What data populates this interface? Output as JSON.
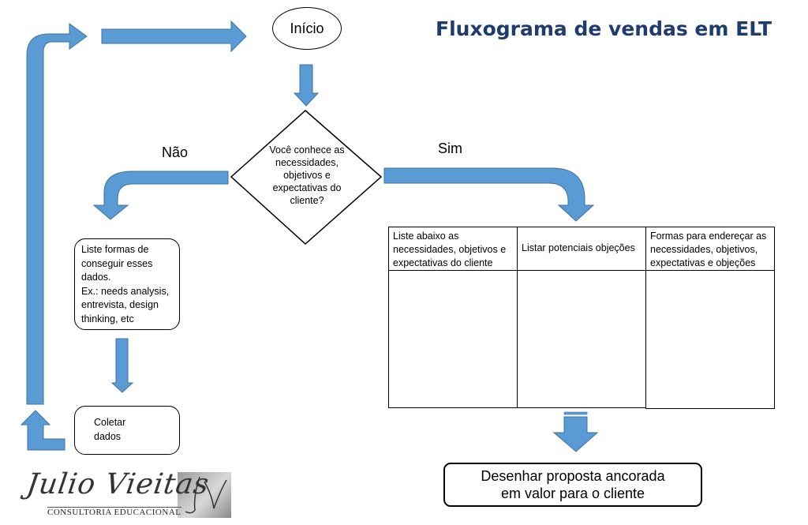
{
  "title": "Fluxograma de vendas em ELT",
  "start": "Início",
  "decision": {
    "question": "Você conhece as necessidades, objetivos e expectativas do cliente?"
  },
  "branches": {
    "no": "Não",
    "yes": "Sim"
  },
  "no_path": {
    "list_box": [
      "Liste formas de",
      "conseguir esses",
      "dados.",
      "Ex.: needs analysis,",
      "entrevista, design",
      "thinking, etc"
    ],
    "collect_box": [
      "Coletar",
      "dados"
    ]
  },
  "table": {
    "headers": [
      [
        "Liste abaixo as",
        "necessidades, objetivos e",
        "expectativas do cliente"
      ],
      [
        "Listar potenciais objeções"
      ],
      [
        "Formas para endereçar as",
        "necessidades, objetivos,",
        "expectativas e objeções"
      ]
    ]
  },
  "final": [
    "Desenhar proposta ancorada",
    "em valor para o cliente"
  ],
  "logo": {
    "name": "Julio Vieitas",
    "subtitle": "CONSULTORIA EDUCACIONAL",
    "monogram": "JV"
  },
  "colors": {
    "arrow": "#5b9bd5",
    "arrow_stroke": "#41719c",
    "title": "#1f3c6e"
  }
}
